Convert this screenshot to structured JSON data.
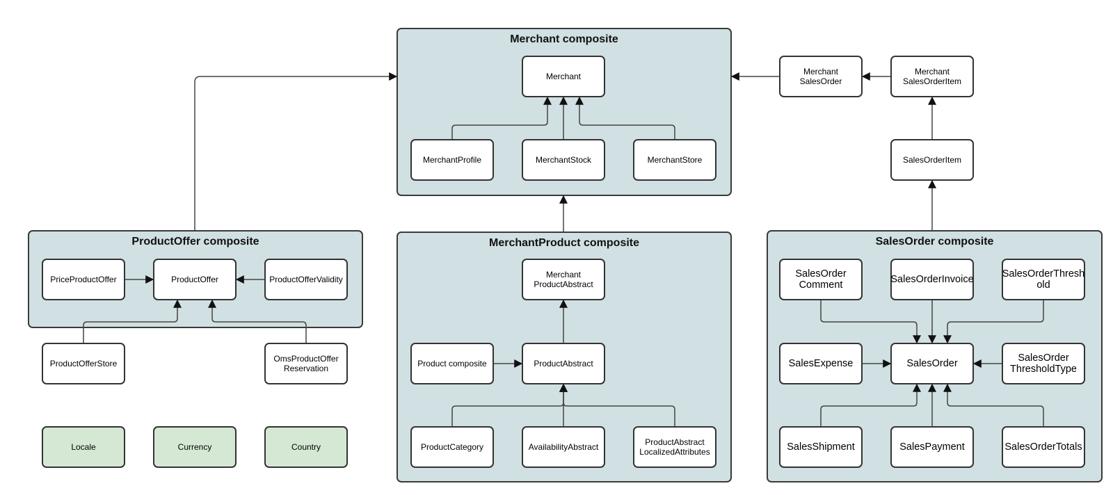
{
  "groups": {
    "merchant": {
      "title": "Merchant composite"
    },
    "product_offer": {
      "title": "ProductOffer composite"
    },
    "merchant_product": {
      "title": "MerchantProduct composite"
    },
    "sales_order": {
      "title": "SalesOrder composite"
    }
  },
  "nodes": {
    "merchant": "Merchant",
    "merchant_profile": "MerchantProfile",
    "merchant_stock": "MerchantStock",
    "merchant_store": "MerchantStore",
    "merchant_sales_order": "Merchant\nSalesOrder",
    "merchant_sales_order_item": "Merchant\nSalesOrderItem",
    "sales_order_item": "SalesOrderItem",
    "price_product_offer": "PriceProductOffer",
    "product_offer": "ProductOffer",
    "product_offer_validity": "ProductOfferValidity",
    "product_offer_store": "ProductOfferStore",
    "oms_product_offer_reservation": "OmsProductOffer\nReservation",
    "locale": "Locale",
    "currency": "Currency",
    "country": "Country",
    "merchant_product_abstract": "Merchant\nProductAbstract",
    "product_composite": "Product composite",
    "product_abstract": "ProductAbstract",
    "product_category": "ProductCategory",
    "availability_abstract": "AvailabilityAbstract",
    "product_abstract_localized_attributes": "ProductAbstract\nLocalizedAttributes",
    "sales_order_comment": "SalesOrder\nComment",
    "sales_order_invoice": "SalesOrderInvoice",
    "sales_order_threshold": "SalesOrderThresh\nold",
    "sales_expense": "SalesExpense",
    "sales_order": "SalesOrder",
    "sales_order_threshold_type": "SalesOrder\nThresholdType",
    "sales_shipment": "SalesShipment",
    "sales_payment": "SalesPayment",
    "sales_order_totals": "SalesOrderTotals"
  },
  "colors": {
    "group_fill": "#d1e0e2",
    "shared_entity_fill": "#d5e8d4",
    "node_fill": "#ffffff",
    "stroke": "#333333"
  }
}
